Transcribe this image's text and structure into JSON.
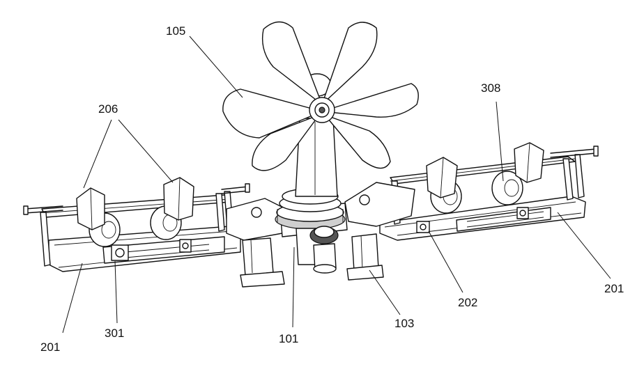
{
  "figure": {
    "labels": {
      "fan": "105",
      "claws_top_left": "206",
      "wheel_top_right": "308",
      "arm_left": "201",
      "arm_right": "201",
      "block_left": "301",
      "hub": "101",
      "motor": "103",
      "slide_right": "202"
    }
  }
}
